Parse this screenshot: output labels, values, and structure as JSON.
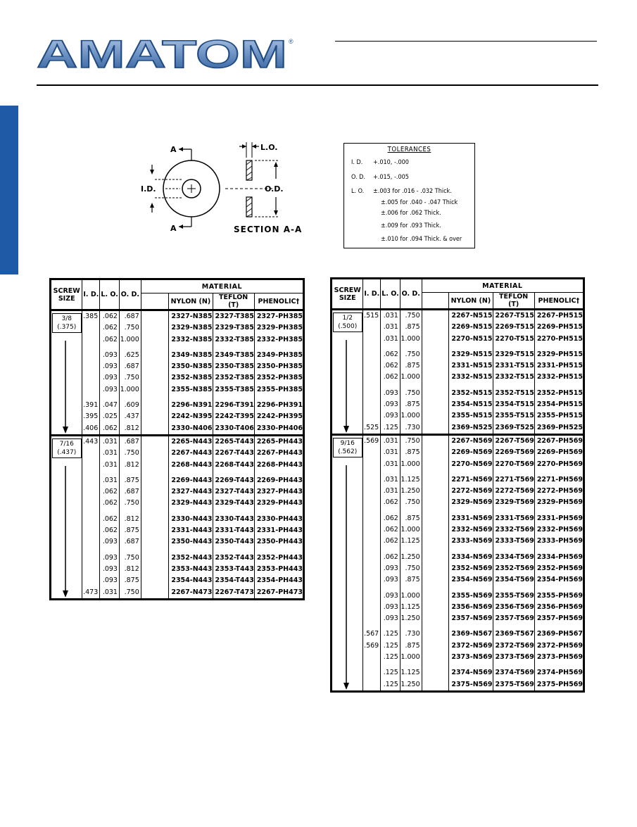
{
  "header": {
    "logo_text": "AMATOM",
    "registered_mark": "®",
    "brand_color": "#2a5a98",
    "side_tab_color": "#1e5aa6"
  },
  "diagram": {
    "arrow_labels": [
      "A",
      "A"
    ],
    "id_label": "I.D.",
    "lo_label": "L.O.",
    "od_label": "O.D.",
    "section_label": "SECTION A-A"
  },
  "tolerances": {
    "title": "TOLERANCES",
    "rows": [
      {
        "label": "I. D.",
        "value": "+.010, -.000"
      },
      {
        "label": "O. D.",
        "value": "+.015, -.005"
      },
      {
        "label": "L. O.",
        "value": "±.003 for .016 - .032 Thick."
      },
      {
        "label": "",
        "value": "±.005 for .040 - .047 Thick"
      },
      {
        "label": "",
        "value": "±.006 for .062 Thick."
      },
      {
        "label": "",
        "value": "±.009 for .093 Thick."
      },
      {
        "label": "",
        "value": "±.010 for .094 Thick. & over"
      }
    ]
  },
  "table_headers": {
    "screw_size": "SCREW SIZE",
    "id": "I. D.",
    "lo": "L. O.",
    "od": "O. D.",
    "material": "MATERIAL",
    "nylon": "NYLON (N)",
    "teflon": "TEFLON (T)",
    "phenolic": "PHENOLIC†"
  },
  "left_table": {
    "groups": [
      {
        "screw": "3/8",
        "screw_dec": "(.375)",
        "rows": [
          {
            "id": ".385",
            "lo": ".062",
            "od": ".687",
            "n": "2327-N385",
            "t": "2327-T385",
            "p": "2327-PH385"
          },
          {
            "id": "",
            "lo": ".062",
            "od": ".750",
            "n": "2329-N385",
            "t": "2329-T385",
            "p": "2329-PH385"
          },
          {
            "id": "",
            "lo": ".062",
            "od": "1.000",
            "n": "2332-N385",
            "t": "2332-T385",
            "p": "2332-PH385"
          },
          {
            "gap": true
          },
          {
            "id": "",
            "lo": ".093",
            "od": ".625",
            "n": "2349-N385",
            "t": "2349-T385",
            "p": "2349-PH385"
          },
          {
            "id": "",
            "lo": ".093",
            "od": ".687",
            "n": "2350-N385",
            "t": "2350-T385",
            "p": "2350-PH385"
          },
          {
            "id": "",
            "lo": ".093",
            "od": ".750",
            "n": "2352-N385",
            "t": "2352-T385",
            "p": "2352-PH385"
          },
          {
            "id": "",
            "lo": ".093",
            "od": "1.000",
            "n": "2355-N385",
            "t": "2355-T385",
            "p": "2355-PH385"
          },
          {
            "gap": true
          },
          {
            "id": ".391",
            "lo": ".047",
            "od": ".609",
            "n": "2296-N391",
            "t": "2296-T391",
            "p": "2296-PH391"
          },
          {
            "id": ".395",
            "lo": ".025",
            "od": ".437",
            "n": "2242-N395",
            "t": "2242-T395",
            "p": "2242-PH395"
          },
          {
            "id": ".406",
            "lo": ".062",
            "od": ".812",
            "n": "2330-N406",
            "t": "2330-T406",
            "p": "2330-PH406"
          }
        ]
      },
      {
        "screw": "7/16",
        "screw_dec": "(.437)",
        "rows": [
          {
            "id": ".443",
            "lo": ".031",
            "od": ".687",
            "n": "2265-N443",
            "t": "2265-T443",
            "p": "2265-PH443"
          },
          {
            "id": "",
            "lo": ".031",
            "od": ".750",
            "n": "2267-N443",
            "t": "2267-T443",
            "p": "2267-PH443"
          },
          {
            "id": "",
            "lo": ".031",
            "od": ".812",
            "n": "2268-N443",
            "t": "2268-T443",
            "p": "2268-PH443"
          },
          {
            "gap": true
          },
          {
            "id": "",
            "lo": ".031",
            "od": ".875",
            "n": "2269-N443",
            "t": "2269-T443",
            "p": "2269-PH443"
          },
          {
            "id": "",
            "lo": ".062",
            "od": ".687",
            "n": "2327-N443",
            "t": "2327-T443",
            "p": "2327-PH443"
          },
          {
            "id": "",
            "lo": ".062",
            "od": ".750",
            "n": "2329-N443",
            "t": "2329-T443",
            "p": "2329-PH443"
          },
          {
            "gap": true
          },
          {
            "id": "",
            "lo": ".062",
            "od": ".812",
            "n": "2330-N443",
            "t": "2330-T443",
            "p": "2330-PH443"
          },
          {
            "id": "",
            "lo": ".062",
            "od": ".875",
            "n": "2331-N443",
            "t": "2331-T443",
            "p": "2331-PH443"
          },
          {
            "id": "",
            "lo": ".093",
            "od": ".687",
            "n": "2350-N443",
            "t": "2350-T443",
            "p": "2350-PH443"
          },
          {
            "gap": true
          },
          {
            "id": "",
            "lo": ".093",
            "od": ".750",
            "n": "2352-N443",
            "t": "2352-T443",
            "p": "2352-PH443"
          },
          {
            "id": "",
            "lo": ".093",
            "od": ".812",
            "n": "2353-N443",
            "t": "2353-T443",
            "p": "2353-PH443"
          },
          {
            "id": "",
            "lo": ".093",
            "od": ".875",
            "n": "2354-N443",
            "t": "2354-T443",
            "p": "2354-PH443"
          },
          {
            "id": ".473",
            "lo": ".031",
            "od": ".750",
            "n": "2267-N473",
            "t": "2267-T473",
            "p": "2267-PH473"
          }
        ]
      }
    ]
  },
  "right_table": {
    "groups": [
      {
        "screw": "1/2",
        "screw_dec": "(.500)",
        "rows": [
          {
            "id": ".515",
            "lo": ".031",
            "od": ".750",
            "n": "2267-N515",
            "t": "2267-T515",
            "p": "2267-PH515"
          },
          {
            "id": "",
            "lo": ".031",
            "od": ".875",
            "n": "2269-N515",
            "t": "2269-T515",
            "p": "2269-PH515"
          },
          {
            "id": "",
            "lo": ".031",
            "od": "1.000",
            "n": "2270-N515",
            "t": "2270-T515",
            "p": "2270-PH515"
          },
          {
            "gap": true
          },
          {
            "id": "",
            "lo": ".062",
            "od": ".750",
            "n": "2329-N515",
            "t": "2329-T515",
            "p": "2329-PH515"
          },
          {
            "id": "",
            "lo": ".062",
            "od": ".875",
            "n": "2331-N515",
            "t": "2331-T515",
            "p": "2331-PH515"
          },
          {
            "id": "",
            "lo": ".062",
            "od": "1.000",
            "n": "2332-N515",
            "t": "2332-T515",
            "p": "2332-PH515"
          },
          {
            "gap": true
          },
          {
            "id": "",
            "lo": ".093",
            "od": ".750",
            "n": "2352-N515",
            "t": "2352-T515",
            "p": "2352-PH515"
          },
          {
            "id": "",
            "lo": ".093",
            "od": ".875",
            "n": "2354-N515",
            "t": "2354-T515",
            "p": "2354-PH515"
          },
          {
            "id": "",
            "lo": ".093",
            "od": "1.000",
            "n": "2355-N515",
            "t": "2355-T515",
            "p": "2355-PH515"
          },
          {
            "id": ".525",
            "lo": ".125",
            "od": ".730",
            "n": "2369-N525",
            "t": "2369-T525",
            "p": "2369-PH525"
          }
        ]
      },
      {
        "screw": "9/16",
        "screw_dec": "(.562)",
        "rows": [
          {
            "id": ".569",
            "lo": ".031",
            "od": ".750",
            "n": "2267-N569",
            "t": "2267-T569",
            "p": "2267-PH569"
          },
          {
            "id": "",
            "lo": ".031",
            "od": ".875",
            "n": "2269-N569",
            "t": "2269-T569",
            "p": "2269-PH569"
          },
          {
            "id": "",
            "lo": ".031",
            "od": "1.000",
            "n": "2270-N569",
            "t": "2270-T569",
            "p": "2270-PH569"
          },
          {
            "gap": true
          },
          {
            "id": "",
            "lo": ".031",
            "od": "1.125",
            "n": "2271-N569",
            "t": "2271-T569",
            "p": "2271-PH569"
          },
          {
            "id": "",
            "lo": ".031",
            "od": "1.250",
            "n": "2272-N569",
            "t": "2272-T569",
            "p": "2272-PH569"
          },
          {
            "id": "",
            "lo": ".062",
            "od": ".750",
            "n": "2329-N569",
            "t": "2329-T569",
            "p": "2329-PH569"
          },
          {
            "gap": true
          },
          {
            "id": "",
            "lo": ".062",
            "od": ".875",
            "n": "2331-N569",
            "t": "2331-T569",
            "p": "2331-PH569"
          },
          {
            "id": "",
            "lo": ".062",
            "od": "1.000",
            "n": "2332-N569",
            "t": "2332-T569",
            "p": "2332-PH569"
          },
          {
            "id": "",
            "lo": ".062",
            "od": "1.125",
            "n": "2333-N569",
            "t": "2333-T569",
            "p": "2333-PH569"
          },
          {
            "gap": true
          },
          {
            "id": "",
            "lo": ".062",
            "od": "1.250",
            "n": "2334-N569",
            "t": "2334-T569",
            "p": "2334-PH569"
          },
          {
            "id": "",
            "lo": ".093",
            "od": ".750",
            "n": "2352-N569",
            "t": "2352-T569",
            "p": "2352-PH569"
          },
          {
            "id": "",
            "lo": ".093",
            "od": ".875",
            "n": "2354-N569",
            "t": "2354-T569",
            "p": "2354-PH569"
          },
          {
            "gap": true
          },
          {
            "id": "",
            "lo": ".093",
            "od": "1.000",
            "n": "2355-N569",
            "t": "2355-T569",
            "p": "2355-PH569"
          },
          {
            "id": "",
            "lo": ".093",
            "od": "1.125",
            "n": "2356-N569",
            "t": "2356-T569",
            "p": "2356-PH569"
          },
          {
            "id": "",
            "lo": ".093",
            "od": "1.250",
            "n": "2357-N569",
            "t": "2357-T569",
            "p": "2357-PH569"
          },
          {
            "gap": true
          },
          {
            "id": ".567",
            "lo": ".125",
            "od": ".730",
            "n": "2369-N567",
            "t": "2369-T567",
            "p": "2369-PH567"
          },
          {
            "id": ".569",
            "lo": ".125",
            "od": ".875",
            "n": "2372-N569",
            "t": "2372-T569",
            "p": "2372-PH569"
          },
          {
            "id": "",
            "lo": ".125",
            "od": "1.000",
            "n": "2373-N569",
            "t": "2373-T569",
            "p": "2373-PH569"
          },
          {
            "gap": true
          },
          {
            "id": "",
            "lo": ".125",
            "od": "1.125",
            "n": "2374-N569",
            "t": "2374-T569",
            "p": "2374-PH569"
          },
          {
            "id": "",
            "lo": ".125",
            "od": "1.250",
            "n": "2375-N569",
            "t": "2375-T569",
            "p": "2375-PH569"
          }
        ]
      }
    ]
  }
}
